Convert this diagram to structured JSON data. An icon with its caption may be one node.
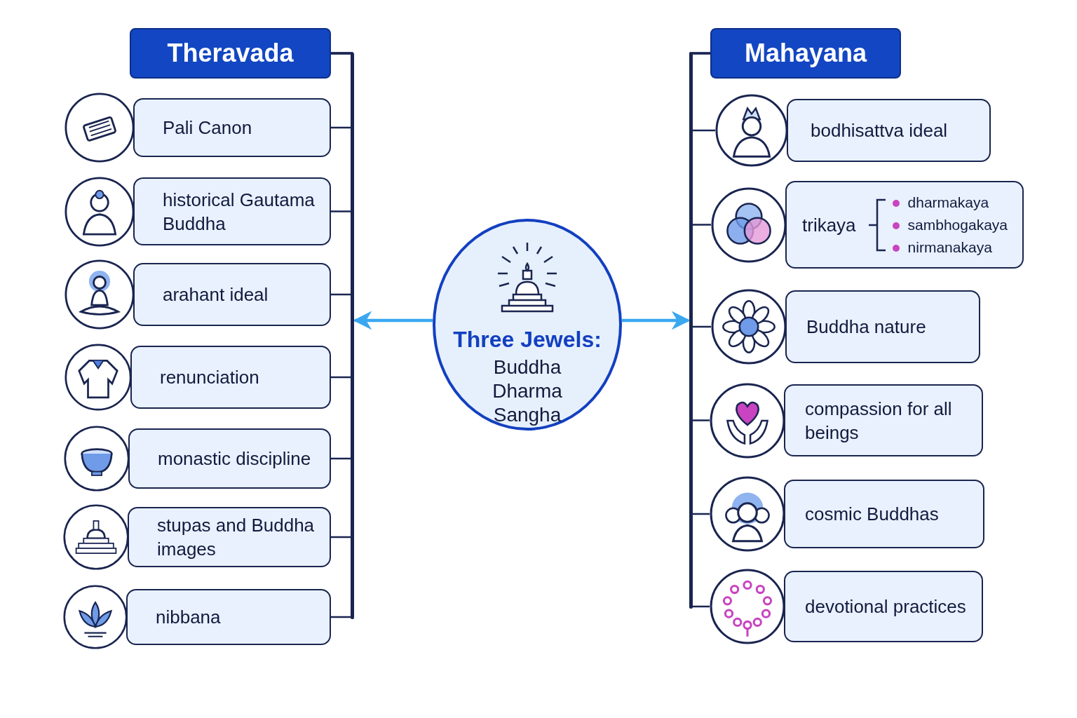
{
  "diagram": {
    "nodes": [
      {
        "text": [
          "Three Jewels:",
          "Buddha Dharma Sangha"
        ]
      },
      {
        "text": [
          "Theravada"
        ]
      },
      {
        "text": [
          "Pali Canon"
        ]
      },
      {
        "text": [
          "historical Gautama Buddha"
        ]
      },
      {
        "text": [
          "arahant ideal"
        ]
      },
      {
        "text": [
          "renunciation"
        ]
      },
      {
        "text": [
          "monastic discipline"
        ]
      },
      {
        "text": [
          "stupas and Buddha images"
        ]
      },
      {
        "text": [
          "nibbana"
        ]
      },
      {
        "text": [
          "Mahayana"
        ]
      },
      {
        "text": [
          "bodhisattva ideal"
        ]
      },
      {
        "text": [
          "trikaya",
          "dharmakaya",
          "sambhogakaya",
          "nirmanakaya"
        ]
      },
      {
        "text": [
          "Buddha nature"
        ]
      },
      {
        "text": [
          "compassion for all beings"
        ]
      },
      {
        "text": [
          "cosmic Buddhas"
        ]
      },
      {
        "text": [
          "devotional practices"
        ]
      },
      {
        "text": [],
        "shape": "bar"
      },
      {
        "text": [],
        "shape": "bar"
      }
    ],
    "edges": [
      {
        "from": 0,
        "to": 16,
        "arrow": "to",
        "color": "#3aa8f0"
      },
      {
        "from": 0,
        "to": 17,
        "arrow": "to",
        "color": "#3aa8f0"
      },
      {
        "from": 1,
        "to": 2,
        "arrow": "none"
      },
      {
        "from": 1,
        "to": 3,
        "arrow": "none"
      },
      {
        "from": 1,
        "to": 4,
        "arrow": "none"
      },
      {
        "from": 1,
        "to": 5,
        "arrow": "none"
      },
      {
        "from": 1,
        "to": 6,
        "arrow": "none"
      },
      {
        "from": 1,
        "to": 7,
        "arrow": "none"
      },
      {
        "from": 1,
        "to": 8,
        "arrow": "none"
      },
      {
        "from": 9,
        "to": 10,
        "arrow": "none"
      },
      {
        "from": 9,
        "to": 11,
        "arrow": "none"
      },
      {
        "from": 9,
        "to": 12,
        "arrow": "none"
      },
      {
        "from": 9,
        "to": 13,
        "arrow": "none"
      },
      {
        "from": 9,
        "to": 14,
        "arrow": "none"
      },
      {
        "from": 9,
        "to": 15,
        "arrow": "none"
      }
    ]
  }
}
